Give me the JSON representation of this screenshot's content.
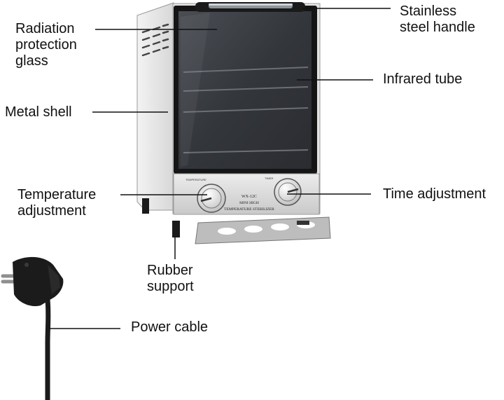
{
  "labels": {
    "handle": [
      "Stainless",
      "steel handle"
    ],
    "glass": [
      "Radiation",
      "protection",
      "glass"
    ],
    "infrared": [
      "Infrared tube"
    ],
    "shell": [
      "Metal shell"
    ],
    "temperature": [
      "Temperature",
      "adjustment"
    ],
    "time": [
      "Time adjustment"
    ],
    "rubber": [
      "Rubber",
      "support"
    ],
    "cable": [
      "Power cable"
    ]
  },
  "panel": {
    "model": "WX-12C",
    "line1": "MINI HIGH",
    "line2": "TEMPERATURE STERILIZER",
    "temp_caption": "TEMPERATURE",
    "timer_caption": "TIMER"
  },
  "colors": {
    "body": "#e9e9e9",
    "body_shade": "#cfcfcf",
    "glass": "#3a3d42",
    "frame": "#151515",
    "label_text": "#111111",
    "leader_line": "#111111"
  }
}
